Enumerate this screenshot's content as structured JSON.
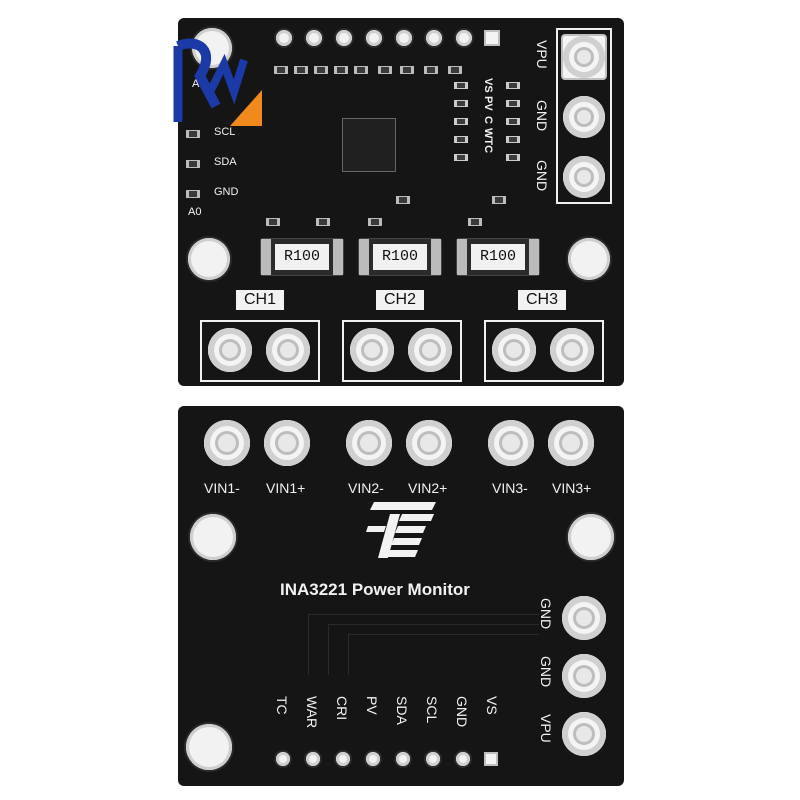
{
  "top_board": {
    "channels": [
      "CH1",
      "CH2",
      "CH3"
    ],
    "right_pins": [
      "VPU",
      "GND",
      "GND"
    ],
    "left_pins": [
      "SCL",
      "SDA",
      "GND"
    ],
    "left_bottom_label": "A0",
    "left_top_label": "A0",
    "led_labels": [
      "VS",
      "PV",
      "C",
      "WTC"
    ],
    "resistor_marking": "R100",
    "resistor_marking_mirrored": "R100"
  },
  "bottom_board": {
    "top_pins": [
      "VIN1-",
      "VIN1+",
      "VIN2-",
      "VIN2+",
      "VIN3-",
      "VIN3+"
    ],
    "title": "INA3221 Power Monitor",
    "right_pins": [
      "GND",
      "GND",
      "VPU"
    ],
    "bottom_pins": [
      "TC",
      "WAR",
      "CRI",
      "PV",
      "SDA",
      "SCL",
      "GND",
      "VS"
    ]
  },
  "colors": {
    "pcb": "#151515",
    "silkscreen": "#f2f2f2",
    "pad": "#e8e8e8",
    "watermark_blue": "#1b3aa8",
    "watermark_orange": "#f08a1c"
  }
}
